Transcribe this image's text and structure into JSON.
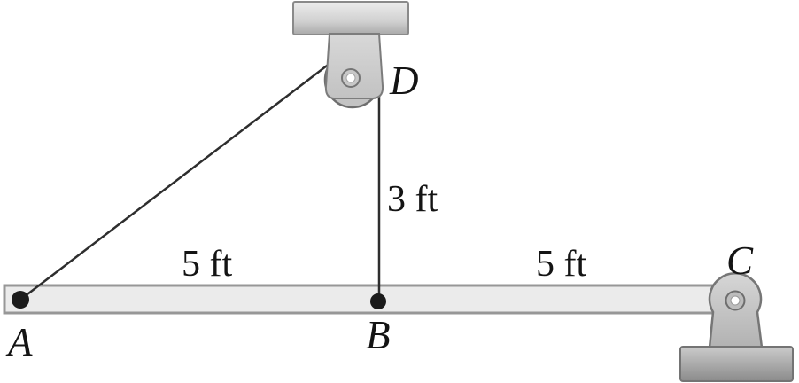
{
  "diagram": {
    "description": "Beam with pulley statics figure",
    "labels": {
      "point_a": "A",
      "point_b": "B",
      "point_c": "C",
      "point_d": "D"
    },
    "dimensions": {
      "a_to_b": "5 ft",
      "b_to_c": "5 ft",
      "b_to_d": "3 ft"
    },
    "colors": {
      "background": "#ffffff",
      "beam_fill": "#ebebeb",
      "beam_outline": "#979797",
      "metal_light": "#ededed",
      "metal_mid": "#cfcfcf",
      "metal_dark": "#8b8b8b",
      "hardware_outline": "#6e6e6e",
      "cable": "#2e2e2e",
      "point_dot": "#1b1b1b",
      "text": "#141414"
    }
  }
}
